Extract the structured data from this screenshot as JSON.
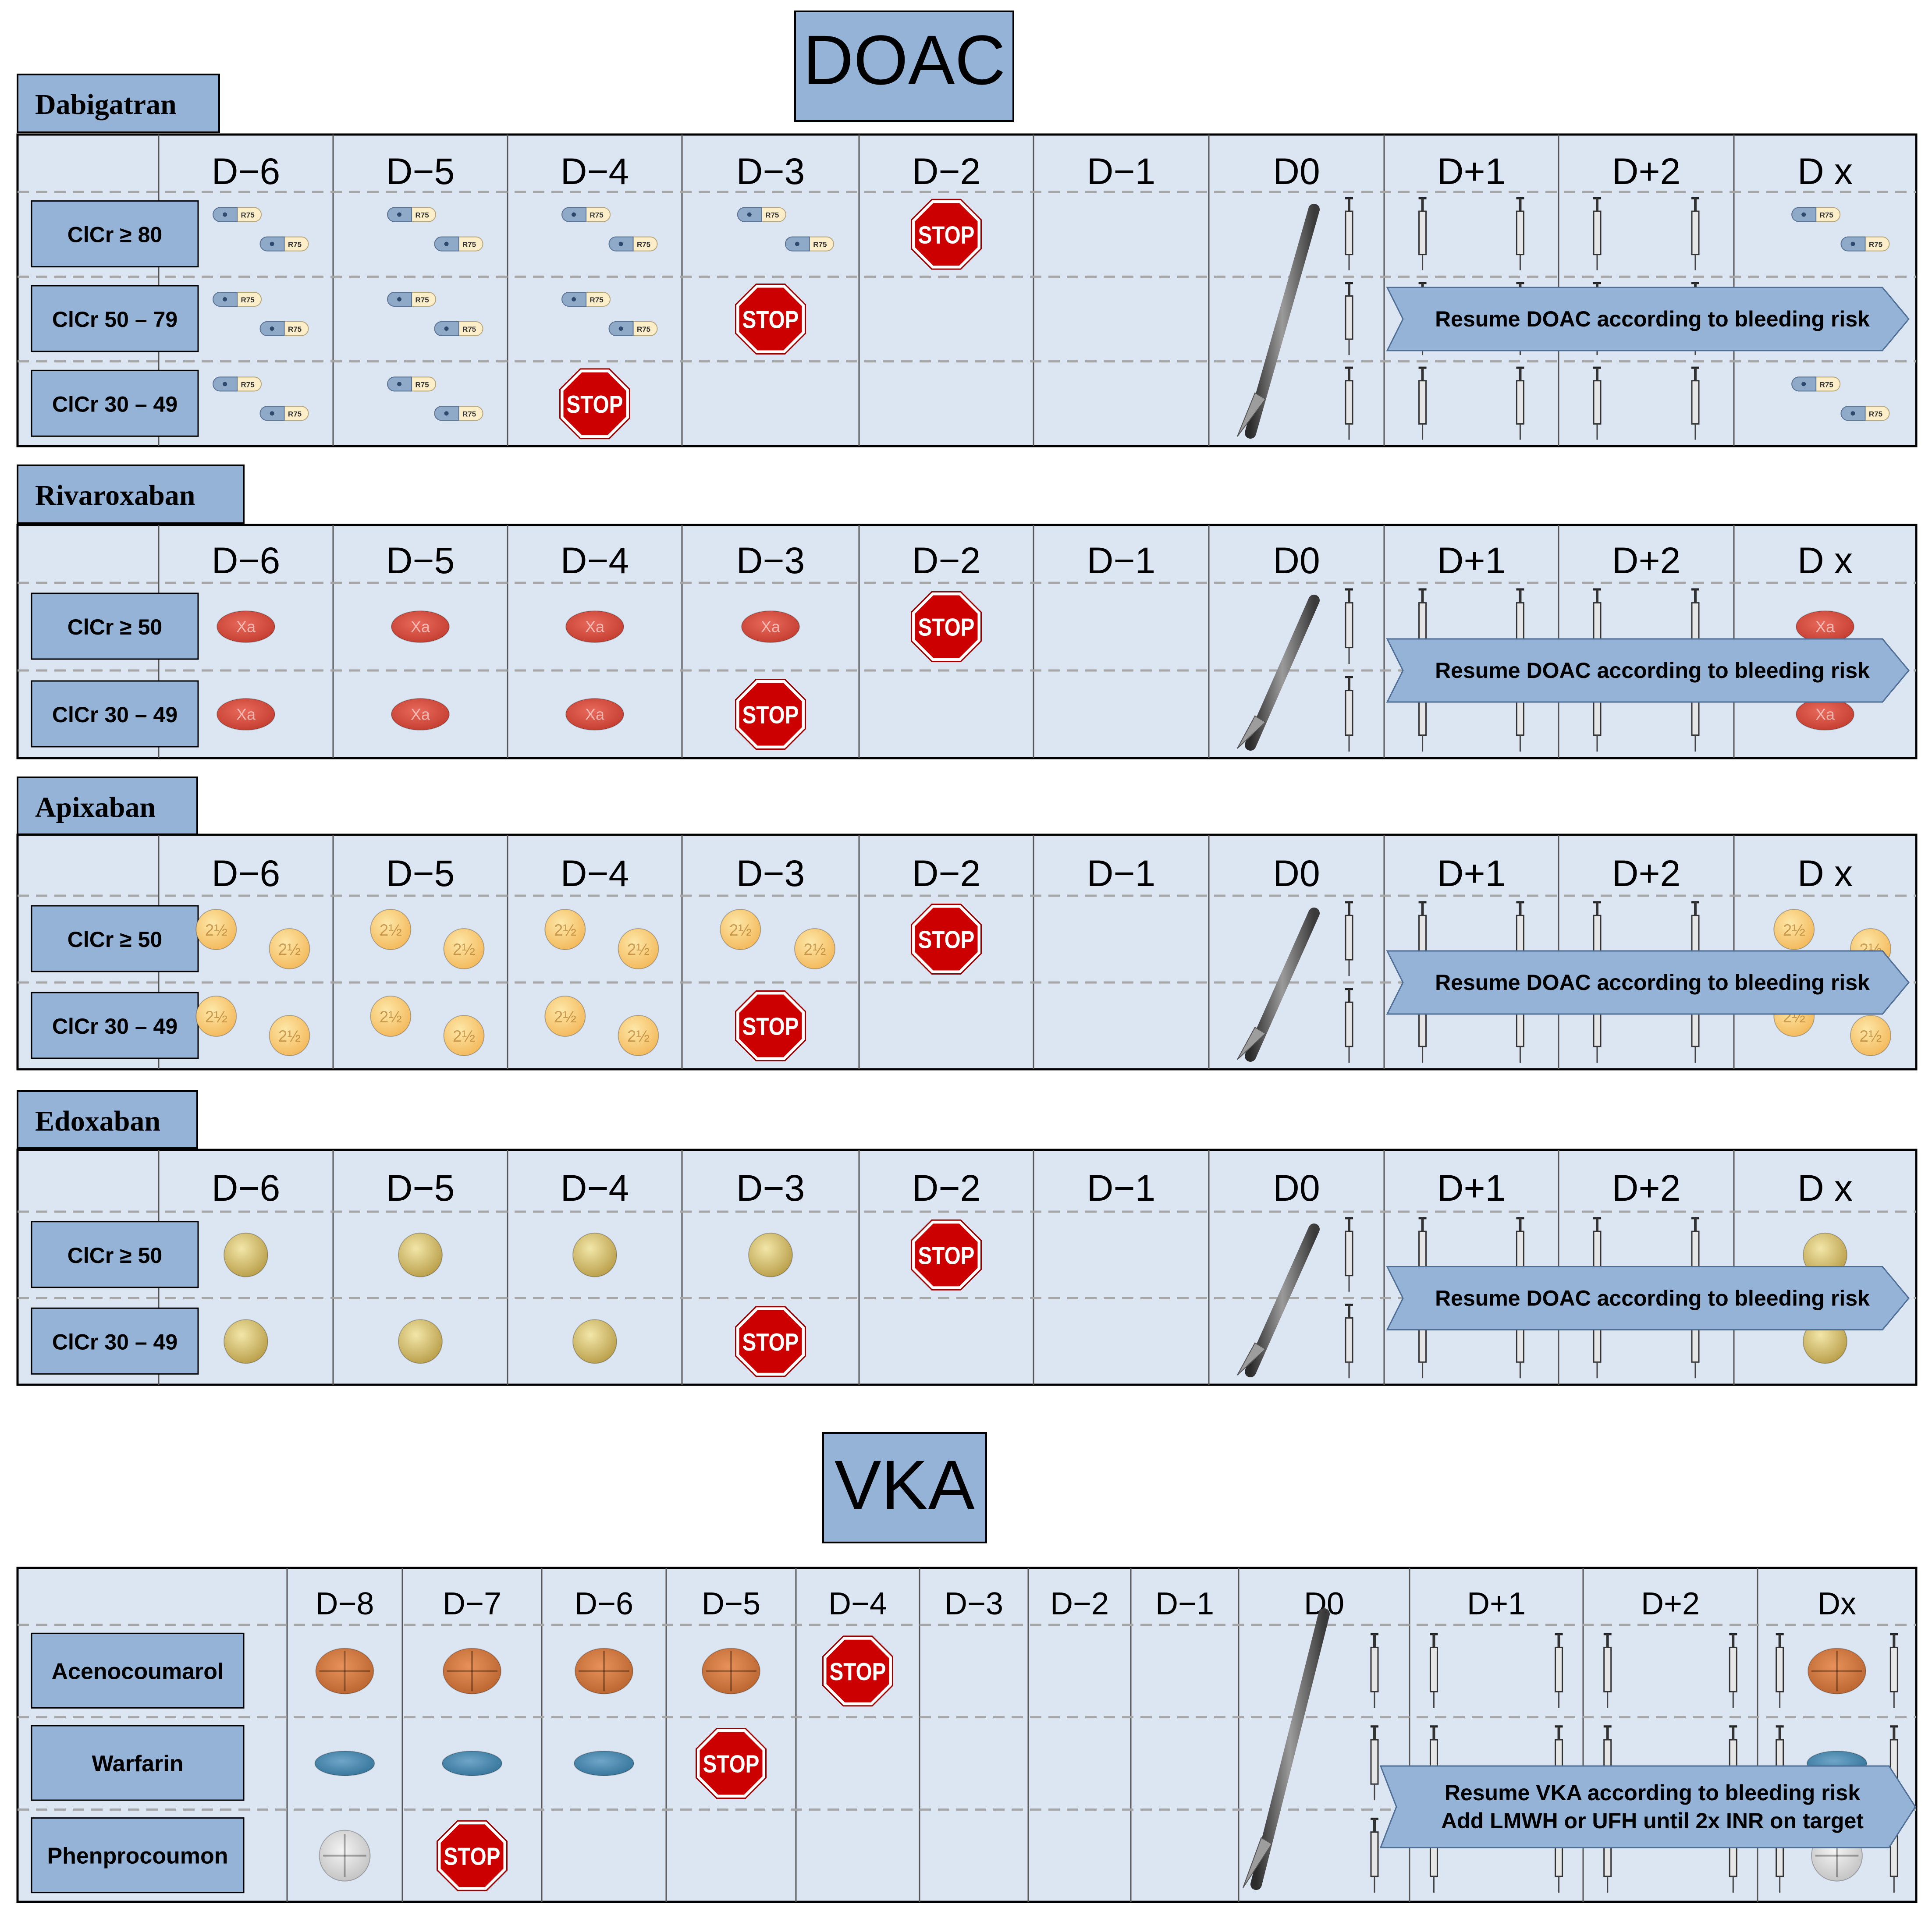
{
  "doac": {
    "title": "DOAC",
    "day_labels": [
      "D−6",
      "D−5",
      "D−4",
      "D−3",
      "D−2",
      "D−1",
      "D0",
      "D+1",
      "D+2",
      "D x"
    ],
    "resume_text": "Resume DOAC according to bleeding risk",
    "drugs": [
      {
        "name": "Dabigatran",
        "pill": "capsule",
        "pill_imprint": "R75",
        "rows": [
          {
            "label": "ClCr  ≥ 80",
            "stop_day": "D−2",
            "pills": 2
          },
          {
            "label": "ClCr  50 – 79",
            "stop_day": "D−3",
            "pills": 2
          },
          {
            "label": "ClCr  30 – 49",
            "stop_day": "D−4",
            "pills": 2
          }
        ]
      },
      {
        "name": "Rivaroxaban",
        "pill": "red-oval",
        "pill_imprint": "Xa",
        "rows": [
          {
            "label": "ClCr  ≥ 50",
            "stop_day": "D−2",
            "pills": 1
          },
          {
            "label": "ClCr  30 – 49",
            "stop_day": "D−3",
            "pills": 1
          }
        ]
      },
      {
        "name": "Apixaban",
        "pill": "yellow-round",
        "pill_imprint": "2½",
        "rows": [
          {
            "label": "ClCr  ≥ 50",
            "stop_day": "D−2",
            "pills": 2
          },
          {
            "label": "ClCr  30 – 49",
            "stop_day": "D−3",
            "pills": 2
          }
        ]
      },
      {
        "name": "Edoxaban",
        "pill": "gold-round",
        "pill_imprint": "",
        "rows": [
          {
            "label": "ClCr  ≥ 50",
            "stop_day": "D−2",
            "pills": 1
          },
          {
            "label": "ClCr  30 – 49",
            "stop_day": "D−3",
            "pills": 1
          }
        ]
      }
    ]
  },
  "vka": {
    "title": "VKA",
    "day_labels": [
      "D−8",
      "D−7",
      "D−6",
      "D−5",
      "D−4",
      "D−3",
      "D−2",
      "D−1",
      "D0",
      "D+1",
      "D+2",
      "Dx"
    ],
    "resume_line1": "Resume VKA according to bleeding risk",
    "resume_line2": "Add LMWH or UFH until  2x INR  on target",
    "drugs": [
      {
        "name": "Acenocoumarol",
        "pill": "orange-round",
        "stop_day": "D−4"
      },
      {
        "name": "Warfarin",
        "pill": "blue-oval",
        "stop_day": "D−5"
      },
      {
        "name": "Phenprocoumon",
        "pill": "white-round",
        "stop_day": "D−7"
      }
    ]
  },
  "stop_sign_text": "STOP",
  "icons": {
    "scalpel": "scalpel-icon",
    "syringe": "syringe-icon",
    "stop": "stop-sign-icon",
    "resume_arrow": "resume-arrow-icon"
  },
  "colors": {
    "panel_bg": "#dce6f2",
    "label_box": "#95b3d7",
    "arrow_fill": "#95b3d7",
    "stop_red": "#cc0000",
    "grid_dash": "#a6a6a6"
  }
}
